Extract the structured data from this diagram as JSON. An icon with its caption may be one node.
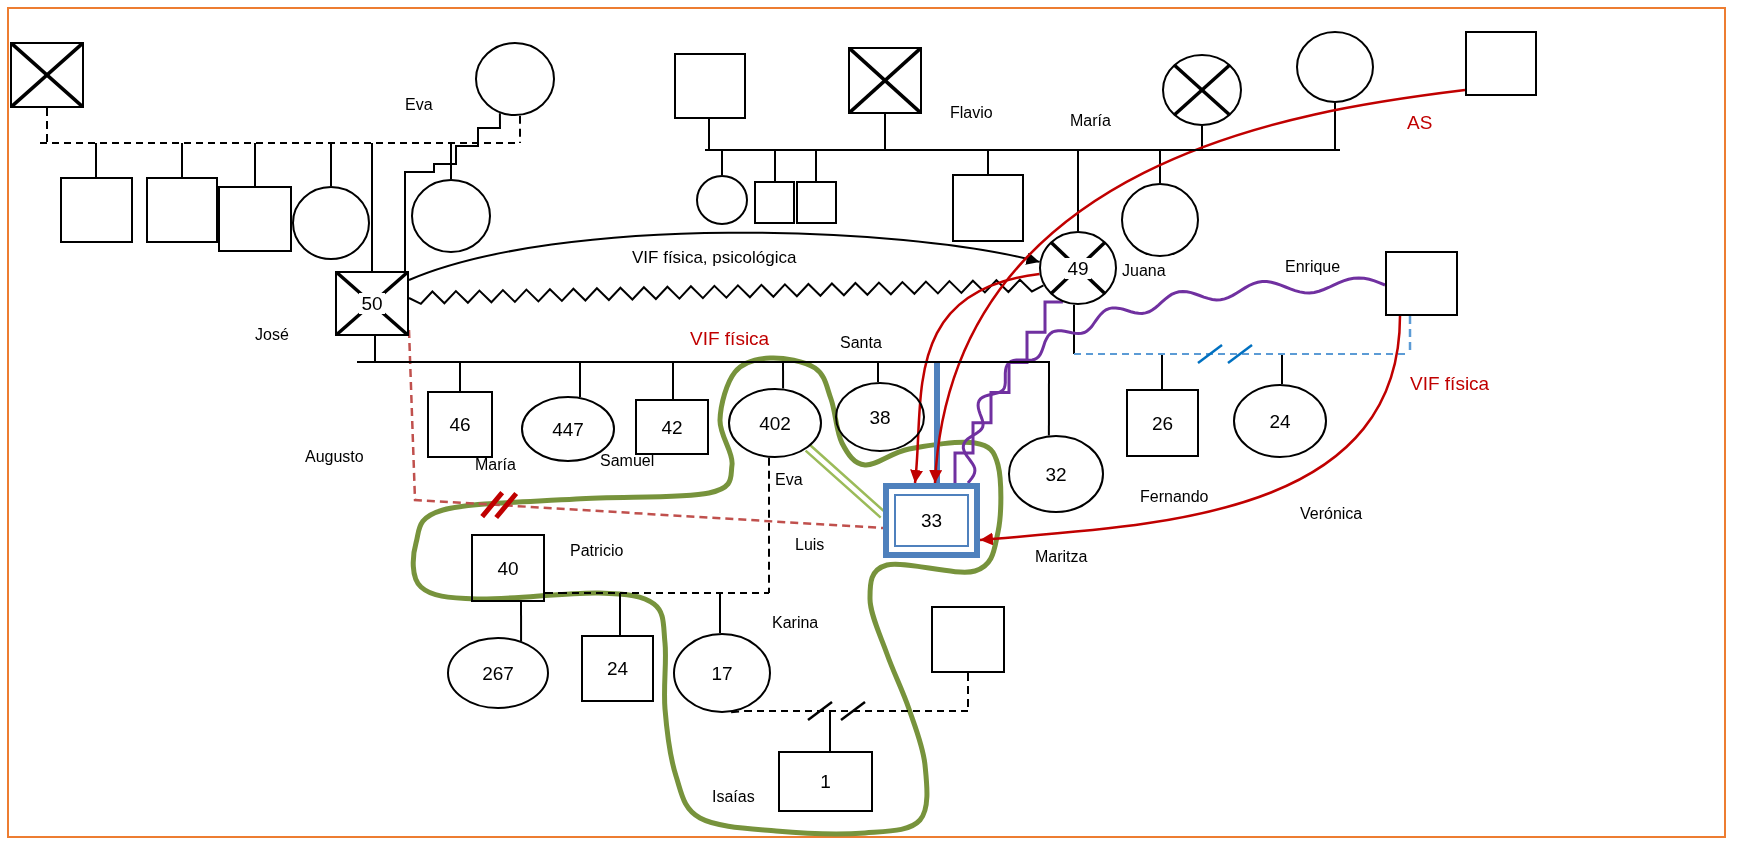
{
  "diagram": {
    "nodes": [
      {
        "text": [],
        "shape": "box"
      },
      {
        "text": [],
        "shape": "circle",
        "beside": [
          "Eva"
        ]
      },
      {
        "text": [],
        "shape": "box"
      },
      {
        "text": [],
        "shape": "box"
      },
      {
        "text": [],
        "shape": "box"
      },
      {
        "text": [],
        "shape": "circle"
      },
      {
        "text": [],
        "shape": "circle"
      },
      {
        "text": [
          "50"
        ],
        "beside": [
          "José"
        ]
      },
      {
        "text": [],
        "shape": "box"
      },
      {
        "text": [],
        "shape": "box"
      },
      {
        "text": [],
        "shape": "circle"
      },
      {
        "text": [],
        "shape": "box"
      },
      {
        "text": [],
        "shape": "box"
      },
      {
        "text": [],
        "shape": "box"
      },
      {
        "text": [],
        "shape": "circle"
      },
      {
        "text": [],
        "shape": "circle"
      },
      {
        "text": [],
        "shape": "box"
      },
      {
        "text": [
          "49"
        ],
        "beside": [
          "Juana"
        ]
      },
      {
        "text": [],
        "shape": "circle"
      },
      {
        "text": [],
        "shape": "box",
        "beside": [
          "Enrique"
        ]
      },
      {
        "text": [
          "46"
        ]
      },
      {
        "text": [
          "447"
        ],
        "beside": [
          "María"
        ]
      },
      {
        "text": [
          "42"
        ],
        "beside": [
          "Samuel"
        ]
      },
      {
        "text": [
          "402"
        ],
        "beside": [
          "Eva"
        ]
      },
      {
        "text": [
          "38"
        ]
      },
      {
        "text": [
          "33"
        ],
        "beside": [
          "Luis"
        ]
      },
      {
        "text": [
          "32"
        ],
        "beside": [
          "Maritza"
        ]
      },
      {
        "text": [
          "26"
        ],
        "beside": [
          "Fernando"
        ]
      },
      {
        "text": [
          "24"
        ],
        "beside": [
          "Verónica"
        ]
      },
      {
        "text": [
          "40"
        ],
        "beside": [
          "Patricio"
        ]
      },
      {
        "text": [
          "267"
        ]
      },
      {
        "text": [
          "24"
        ]
      },
      {
        "text": [
          "17"
        ],
        "beside": [
          "Karina"
        ]
      },
      {
        "text": [],
        "shape": "box"
      },
      {
        "text": [
          "1"
        ],
        "beside": [
          "Isaías"
        ]
      },
      {
        "text": [],
        "shape": "bar"
      },
      {
        "text": [],
        "shape": "bar"
      },
      {
        "text": [],
        "shape": "bar"
      },
      {
        "text": [],
        "shape": "bar"
      },
      {
        "text": [],
        "shape": "bar"
      },
      {
        "text": [],
        "shape": "bar"
      }
    ],
    "edges": [
      {
        "from": 0,
        "to": 35,
        "arrow": "none",
        "style": "dashed"
      },
      {
        "from": 1,
        "to": 35,
        "arrow": "none",
        "style": "dashed"
      },
      {
        "from": 35,
        "to": 2,
        "arrow": "none"
      },
      {
        "from": 35,
        "to": 3,
        "arrow": "none"
      },
      {
        "from": 35,
        "to": 4,
        "arrow": "none"
      },
      {
        "from": 35,
        "to": 5,
        "arrow": "none"
      },
      {
        "from": 35,
        "to": 7,
        "arrow": "none"
      },
      {
        "from": 35,
        "to": 6,
        "arrow": "none"
      },
      {
        "from": 8,
        "to": 36,
        "arrow": "none"
      },
      {
        "from": 9,
        "to": 36,
        "arrow": "none"
      },
      {
        "from": 14,
        "to": 36,
        "arrow": "none"
      },
      {
        "from": 15,
        "to": 36,
        "arrow": "none"
      },
      {
        "from": 36,
        "to": 10,
        "arrow": "none"
      },
      {
        "from": 36,
        "to": 11,
        "arrow": "none"
      },
      {
        "from": 36,
        "to": 12,
        "arrow": "none"
      },
      {
        "from": 36,
        "to": 13,
        "arrow": "none"
      },
      {
        "from": 36,
        "to": 17,
        "arrow": "none"
      },
      {
        "from": 36,
        "to": 18,
        "arrow": "none"
      },
      {
        "from": 7,
        "to": 37,
        "arrow": "none"
      },
      {
        "from": 37,
        "to": 20,
        "arrow": "none"
      },
      {
        "from": 37,
        "to": 21,
        "arrow": "none"
      },
      {
        "from": 37,
        "to": 22,
        "arrow": "none"
      },
      {
        "from": 37,
        "to": 23,
        "arrow": "none"
      },
      {
        "from": 37,
        "to": 24,
        "arrow": "none"
      },
      {
        "from": 37,
        "to": 25,
        "arrow": "none",
        "style": "thick",
        "color": "#4f81bd"
      },
      {
        "from": 37,
        "to": 26,
        "arrow": "none"
      },
      {
        "from": 17,
        "to": 38,
        "arrow": "none"
      },
      {
        "from": 19,
        "to": 38,
        "arrow": "none",
        "style": "dashed",
        "color": "#5b9bd5"
      },
      {
        "from": 38,
        "to": 27,
        "arrow": "none"
      },
      {
        "from": 38,
        "to": 28,
        "arrow": "none"
      },
      {
        "from": 29,
        "to": 39,
        "arrow": "none",
        "style": "dashed"
      },
      {
        "from": 23,
        "to": 39,
        "arrow": "none",
        "style": "dashed"
      },
      {
        "from": 39,
        "to": 31,
        "arrow": "none"
      },
      {
        "from": 39,
        "to": 32,
        "arrow": "none"
      },
      {
        "from": 29,
        "to": 30,
        "arrow": "none"
      },
      {
        "from": 32,
        "to": 40,
        "arrow": "none",
        "style": "dashed"
      },
      {
        "from": 33,
        "to": 40,
        "arrow": "none",
        "style": "dashed"
      },
      {
        "from": 40,
        "to": 34,
        "arrow": "none"
      },
      {
        "from": 1,
        "to": 7,
        "arrow": "none"
      },
      {
        "from": 7,
        "to": 17,
        "arrow": "to",
        "label": "VIF  física, psicológica"
      },
      {
        "from": 7,
        "to": 17,
        "arrow": "none"
      },
      {
        "from": 7,
        "to": 25,
        "arrow": "none",
        "style": "dashed",
        "color": "#c0504d"
      },
      {
        "from": 23,
        "to": 25,
        "arrow": "none",
        "color": "#9bbb59"
      },
      {
        "from": 17,
        "to": 25,
        "arrow": "to",
        "color": "#c00000"
      },
      {
        "from": 17,
        "to": 25,
        "arrow": "none",
        "color": "#7030a0"
      },
      {
        "from": 19,
        "to": 25,
        "arrow": "none",
        "color": "#7030a0"
      },
      {
        "from": 16,
        "to": 25,
        "arrow": "to",
        "label": "AS",
        "color": "#c00000"
      },
      {
        "from": 19,
        "to": 25,
        "arrow": "to",
        "label": "VIF física",
        "color": "#c00000"
      }
    ],
    "labels": [
      "Flavio",
      "María",
      "VIF física",
      "Santa",
      "Augusto"
    ]
  }
}
